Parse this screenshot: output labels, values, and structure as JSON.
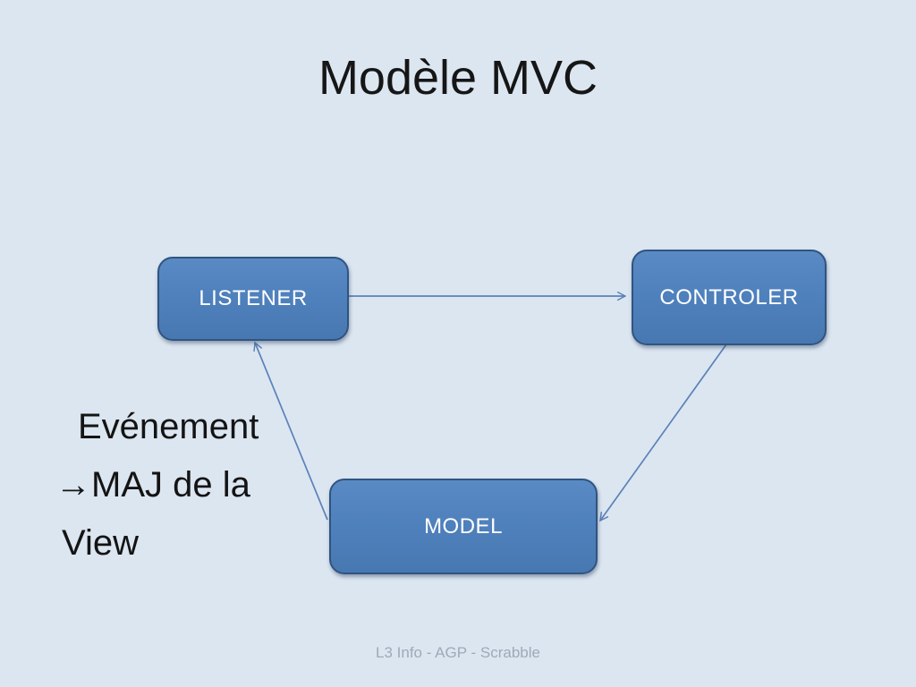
{
  "slide": {
    "title": "Modèle MVC",
    "footer": "L3 Info - AGP - Scrabble",
    "background_color": "#dce6f1"
  },
  "diagram": {
    "nodes": [
      {
        "id": "listener",
        "label": "LISTENER"
      },
      {
        "id": "controler",
        "label": "CONTROLER"
      },
      {
        "id": "model",
        "label": "MODEL"
      }
    ],
    "edges": [
      {
        "from": "LISTENER",
        "to": "CONTROLER"
      },
      {
        "from": "CONTROLER",
        "to": "MODEL"
      },
      {
        "from": "MODEL",
        "to": "LISTENER"
      }
    ],
    "colors": {
      "node_fill": "#4f81bd",
      "node_border": "#2f5480",
      "arrow": "#5b82b8"
    }
  },
  "annotation": {
    "lines": [
      "Evénement",
      "→MAJ de la",
      "View"
    ]
  }
}
